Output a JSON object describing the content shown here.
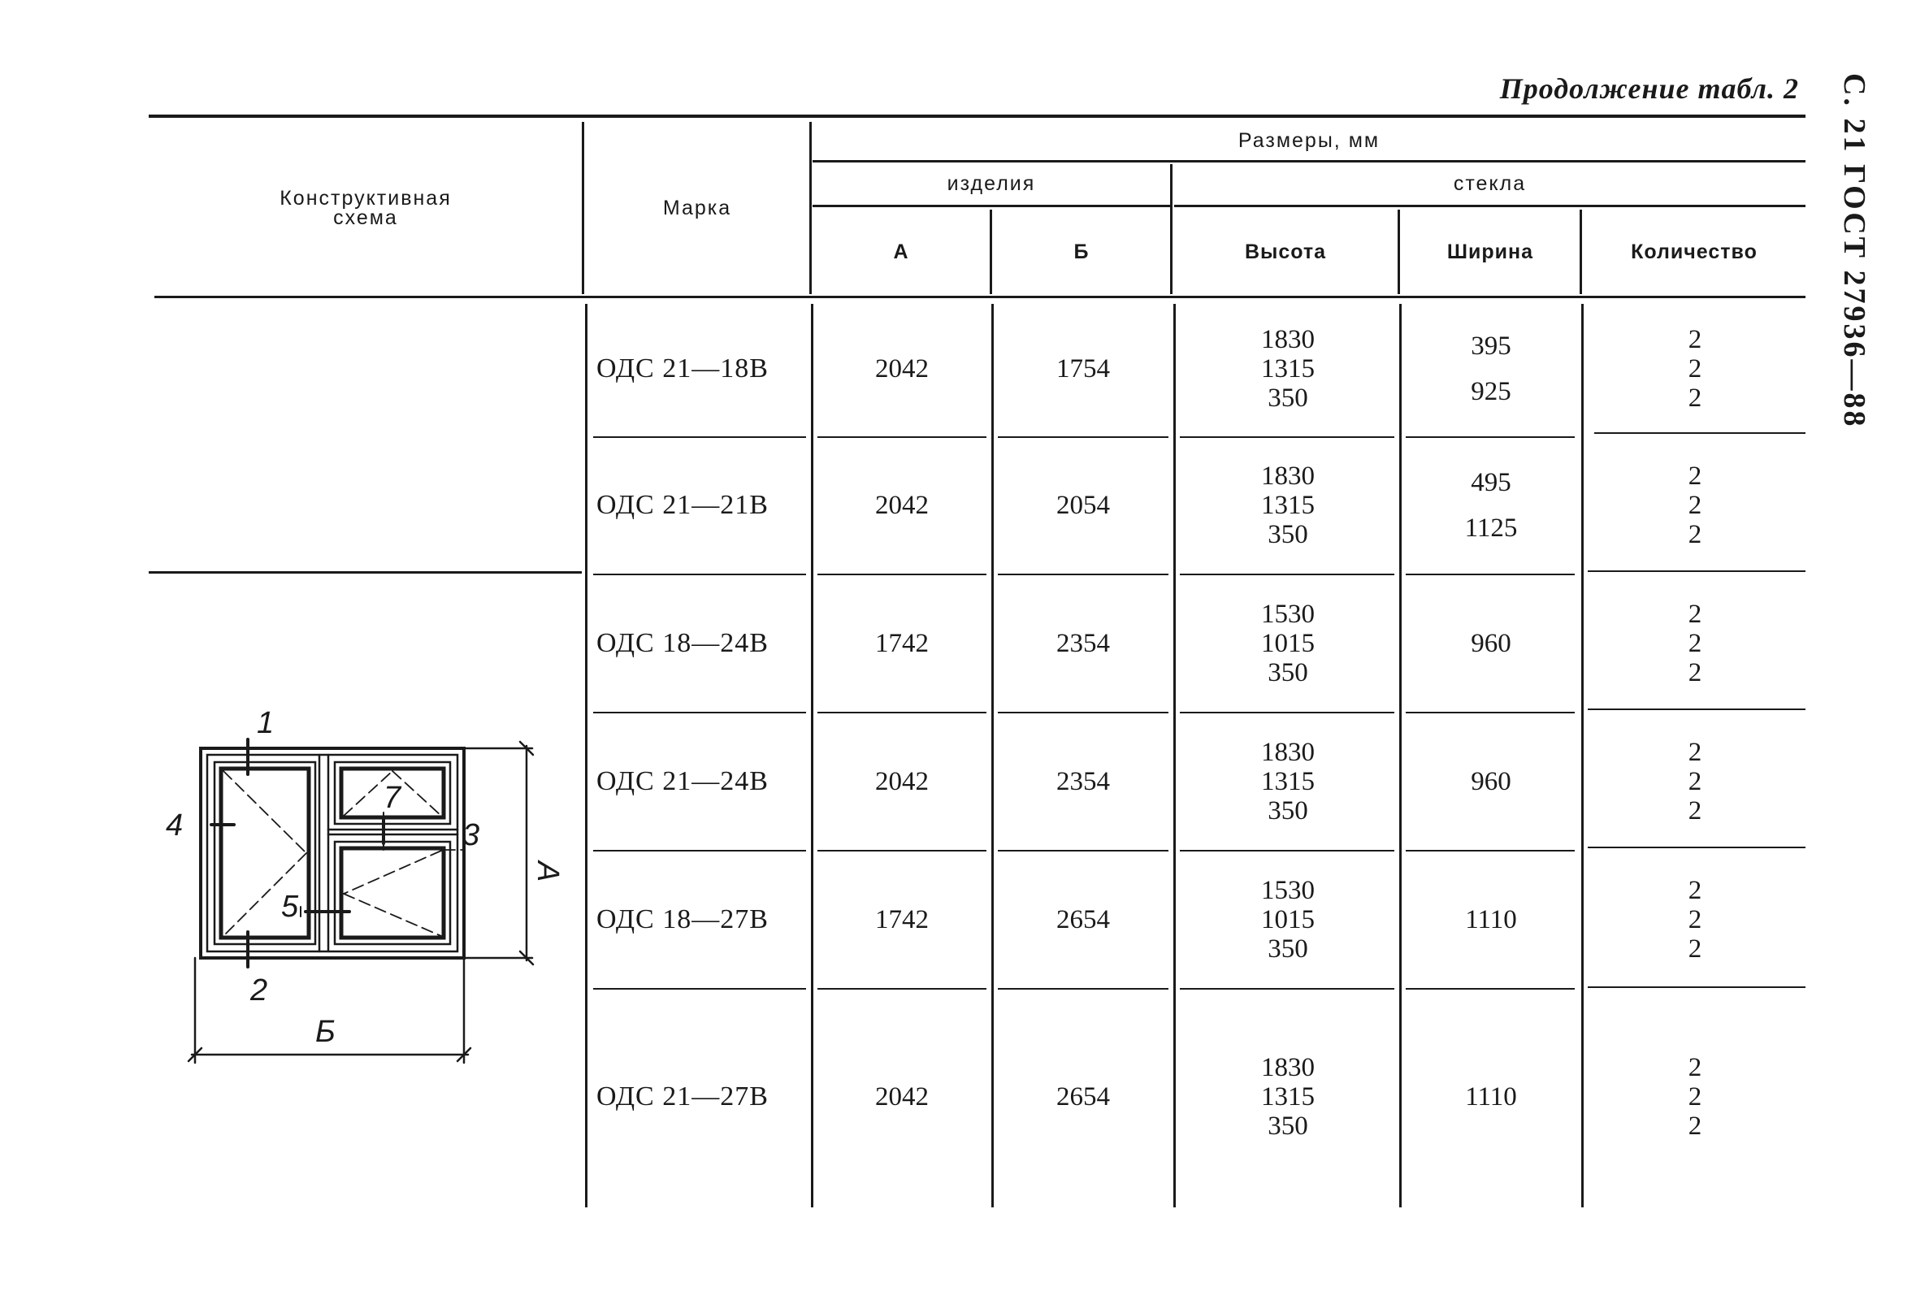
{
  "page": {
    "continuation_title": "Продолжение табл. 2",
    "side_label": "С. 21 ГОСТ 27936—88"
  },
  "table": {
    "headers": {
      "scheme": "Конструктивная\nсхема",
      "mark": "Марка",
      "sizes": "Размеры, мм",
      "product": "изделия",
      "glass": "стекла",
      "a": "А",
      "b": "Б",
      "height": "Высота",
      "width": "Ширина",
      "quantity": "Количество"
    },
    "rows": [
      {
        "mark": "ОДС 21—18В",
        "a": "2042",
        "b": "1754",
        "height": "1830\n1315\n350",
        "width": "395\n925",
        "quantity": "2\n2\n2"
      },
      {
        "mark": "ОДС 21—21В",
        "a": "2042",
        "b": "2054",
        "height": "1830\n1315\n350",
        "width": "495\n1125",
        "quantity": "2\n2\n2"
      },
      {
        "mark": "ОДС 18—24В",
        "a": "1742",
        "b": "2354",
        "height": "1530\n1015\n350",
        "width": "960",
        "quantity": "2\n2\n2"
      },
      {
        "mark": "ОДС 21—24В",
        "a": "2042",
        "b": "2354",
        "height": "1830\n1315\n350",
        "width": "960",
        "quantity": "2\n2\n2"
      },
      {
        "mark": "ОДС 18—27В",
        "a": "1742",
        "b": "2654",
        "height": "1530\n1015\n350",
        "width": "1110",
        "quantity": "2\n2\n2"
      },
      {
        "mark": "ОДС 21—27В",
        "a": "2042",
        "b": "2654",
        "height": "1830\n1315\n350",
        "width": "1110",
        "quantity": "2\n2\n2"
      }
    ]
  },
  "drawing": {
    "callouts": [
      "1",
      "2",
      "3",
      "4",
      "5",
      "7"
    ],
    "dim_a": "А",
    "dim_b": "Б"
  }
}
